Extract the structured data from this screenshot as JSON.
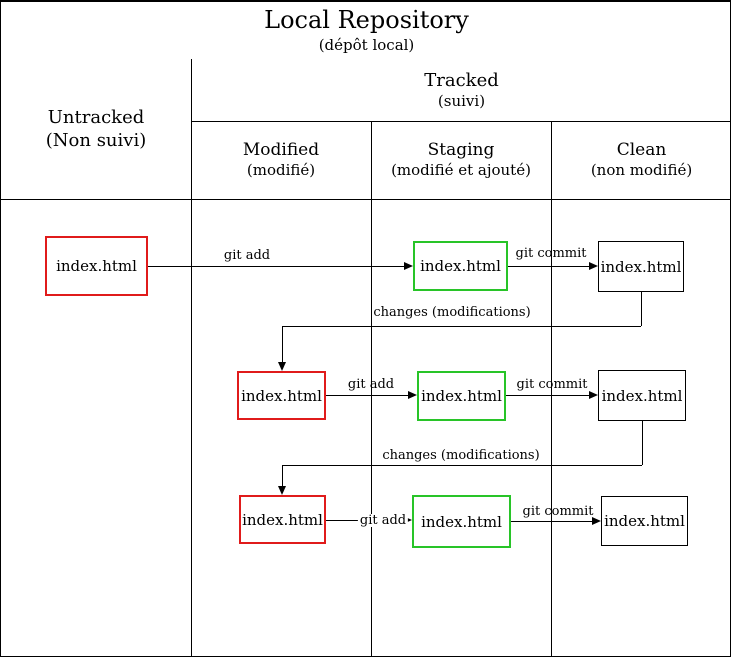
{
  "title": {
    "text": "Local Repository",
    "subtitle": "(dépôt local)"
  },
  "headers": {
    "untracked": {
      "label": "Untracked",
      "sublabel": "(Non suivi)"
    },
    "tracked": {
      "label": "Tracked",
      "sublabel": "(suivi)"
    },
    "modified": {
      "label": "Modified",
      "sublabel": "(modifié)"
    },
    "staging": {
      "label": "Staging",
      "sublabel": "(modifié et ajouté)"
    },
    "clean": {
      "label": "Clean",
      "sublabel": "(non modifié)"
    }
  },
  "diagram": {
    "file_label": "index.html",
    "arrow_labels": {
      "add": "git add",
      "commit": "git commit",
      "changes": "changes (modifications)"
    },
    "colors": {
      "untracked_and_modified_border": "#e01b1b",
      "staging_border": "#28c428",
      "clean_border": "#000000",
      "line": "#000000"
    }
  }
}
